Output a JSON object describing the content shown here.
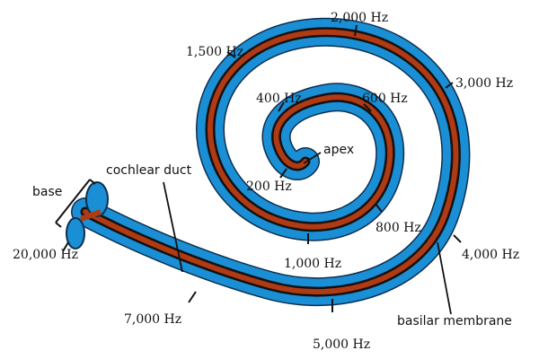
{
  "labels": {
    "base": "base",
    "apex": "apex",
    "cochlear_duct": "cochlear duct",
    "basilar_membrane": "basilar membrane"
  },
  "frequencies": {
    "f200": "200 Hz",
    "f400": "400 Hz",
    "f600": "600 Hz",
    "f800": "800 Hz",
    "f1000": "1,000 Hz",
    "f1500": "1,500 Hz",
    "f2000": "2,000 Hz",
    "f3000": "3,000 Hz",
    "f4000": "4,000 Hz",
    "f5000": "5,000 Hz",
    "f7000": "7,000 Hz",
    "f20000": "20,000 Hz"
  },
  "colors": {
    "tube": "#1a8fd6",
    "outline": "#0d2f4f",
    "membrane": "#b03a14",
    "inner_band": "#111111"
  }
}
